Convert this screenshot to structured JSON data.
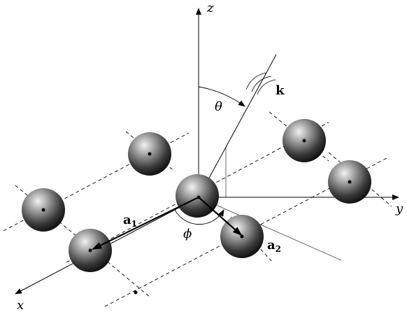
{
  "axes": {
    "x": "x",
    "y": "y",
    "z": "z"
  },
  "vectors": {
    "k": "k",
    "a1": {
      "base": "a",
      "sub": "1"
    },
    "a2": {
      "base": "a",
      "sub": "2"
    }
  },
  "angles": {
    "theta": "θ",
    "phi": "ϕ"
  },
  "colors": {
    "line": "#000000",
    "sphere_light": "#d8d8d8",
    "sphere_mid": "#8a8a8a",
    "sphere_dark": "#1e1e1e"
  }
}
